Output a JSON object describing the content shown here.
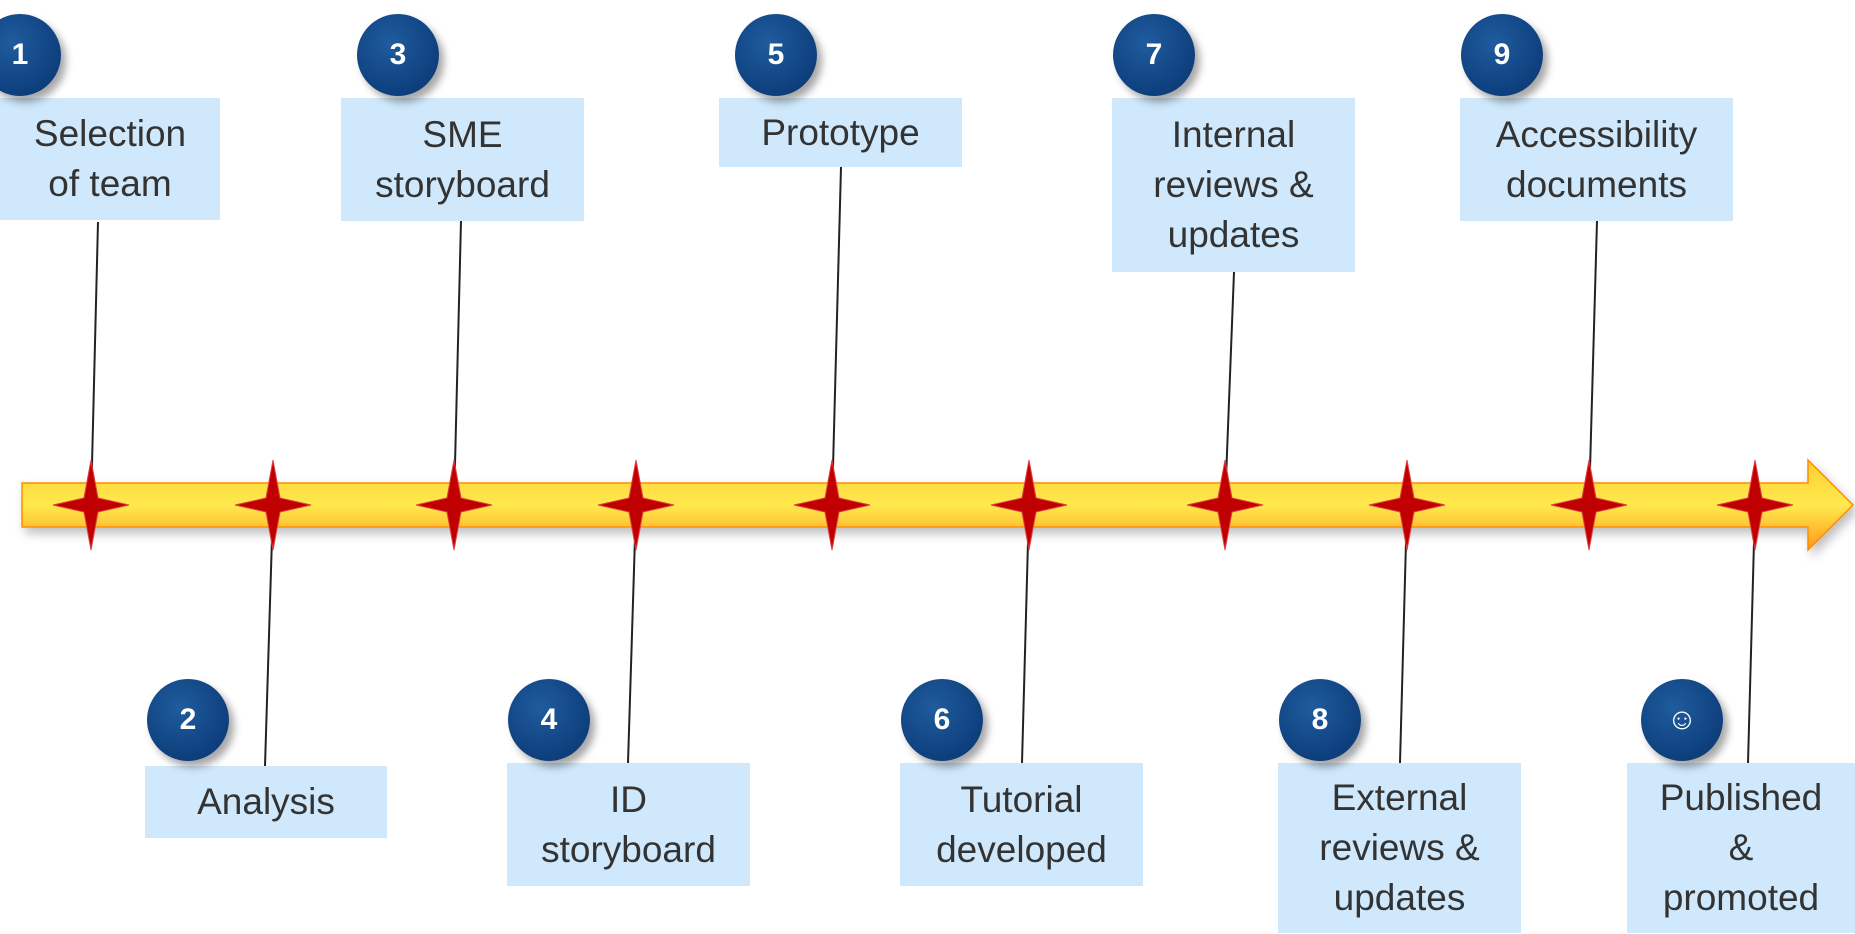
{
  "colors": {
    "arrow_light": "#fff06a",
    "arrow_mid": "#ffc000",
    "arrow_dark": "#ff8c00",
    "star": "#c00000",
    "badge": "#0e3f7d",
    "label_bg": "#cfe8fb",
    "label_text": "#333333",
    "connector": "#222222"
  },
  "milestones": [
    {
      "number": "1",
      "label": "Selection\nof team"
    },
    {
      "number": "2",
      "label": "Analysis"
    },
    {
      "number": "3",
      "label": "SME\nstoryboard"
    },
    {
      "number": "4",
      "label": "ID\nstoryboard"
    },
    {
      "number": "5",
      "label": "Prototype"
    },
    {
      "number": "6",
      "label": "Tutorial\ndeveloped"
    },
    {
      "number": "7",
      "label": "Internal\nreviews &\nupdates"
    },
    {
      "number": "8",
      "label": "External\nreviews &\nupdates"
    },
    {
      "number": "9",
      "label": "Accessibility\ndocuments"
    },
    {
      "number": "☺",
      "label": "Published\n&\npromoted"
    }
  ]
}
